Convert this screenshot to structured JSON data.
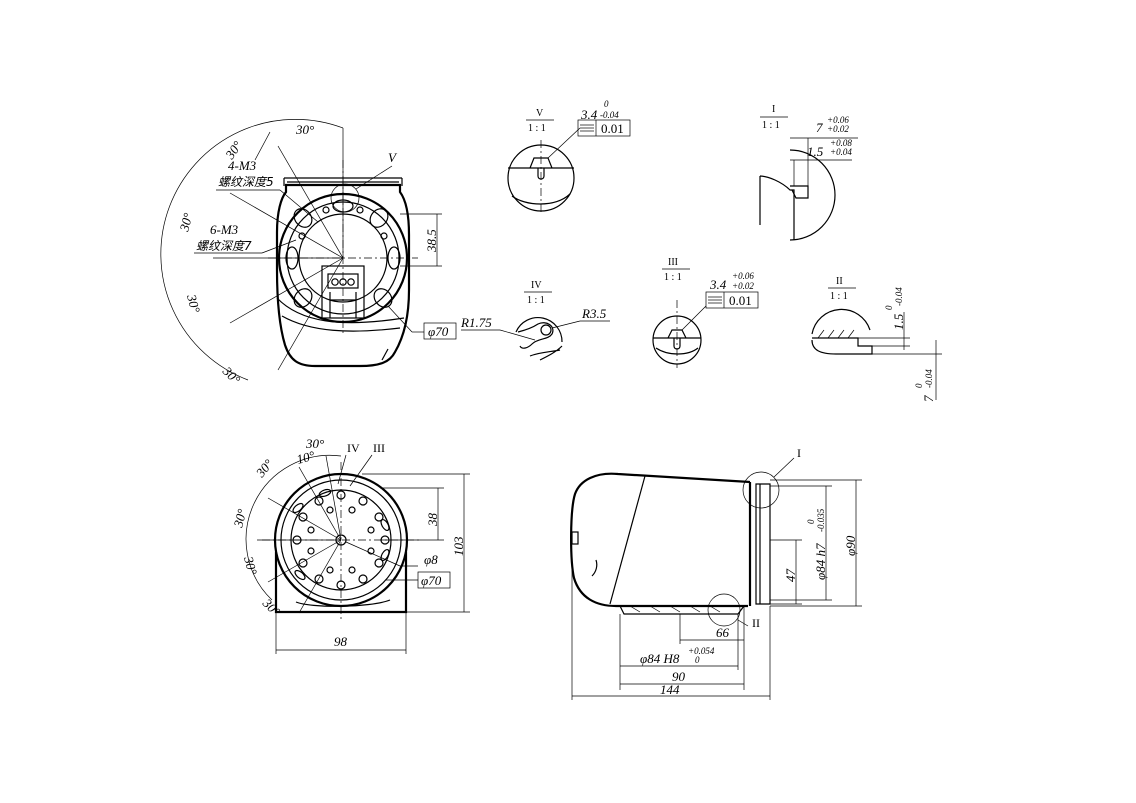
{
  "front_view": {
    "angles": [
      "30°",
      "30°",
      "30°",
      "30°",
      "30°"
    ],
    "thread_a": "4-M3",
    "thread_a_depth": "螺纹深度5",
    "thread_b": "6-M3",
    "thread_b_depth": "螺纹深度7",
    "detail_ref": "V",
    "dim_height": "38.5",
    "dim_circle": "φ70"
  },
  "detail_v": {
    "label": "V",
    "scale": "1 : 1",
    "dim": "3.4",
    "tol_upper": "0",
    "tol_lower": "-0.04",
    "tol_frame": "0.01"
  },
  "detail_i": {
    "label": "I",
    "scale": "1 : 1",
    "dim1": "7",
    "dim1_upper": "+0.06",
    "dim1_lower": "+0.02",
    "dim2": "1.5",
    "dim2_upper": "+0.08",
    "dim2_lower": "+0.04"
  },
  "detail_iv": {
    "label": "IV",
    "scale": "1 : 1",
    "r1": "R1.75",
    "r2": "R3.5"
  },
  "detail_iii": {
    "label": "III",
    "scale": "1 : 1",
    "dim": "3.4",
    "tol_upper": "+0.06",
    "tol_lower": "+0.02",
    "tol_frame": "0.01"
  },
  "detail_ii": {
    "label": "II",
    "scale": "1 : 1",
    "dim1": "1.5",
    "dim1_upper": "0",
    "dim1_lower": "-0.04",
    "dim2": "7",
    "dim2_upper": "0",
    "dim2_lower": "-0.04"
  },
  "rear_view": {
    "angles": [
      "30°",
      "30°",
      "30°",
      "30°",
      "30°",
      "10°"
    ],
    "ref_iv": "IV",
    "ref_iii": "III",
    "dim_38": "38",
    "dim_103": "103",
    "dim_d8": "φ8",
    "dim_d70": "φ70",
    "dim_98": "98"
  },
  "side_view": {
    "ref_i": "I",
    "ref_ii": "II",
    "dim_47": "47",
    "dim_84h7": "φ84 h7",
    "dim_84h7_upper": "0",
    "dim_84h7_lower": "-0.035",
    "dim_d90": "φ90",
    "dim_66": "66",
    "dim_84h8": "φ84 H8",
    "dim_84h8_upper": "+0.054",
    "dim_84h8_lower": "0",
    "dim_90": "90",
    "dim_144": "144"
  }
}
